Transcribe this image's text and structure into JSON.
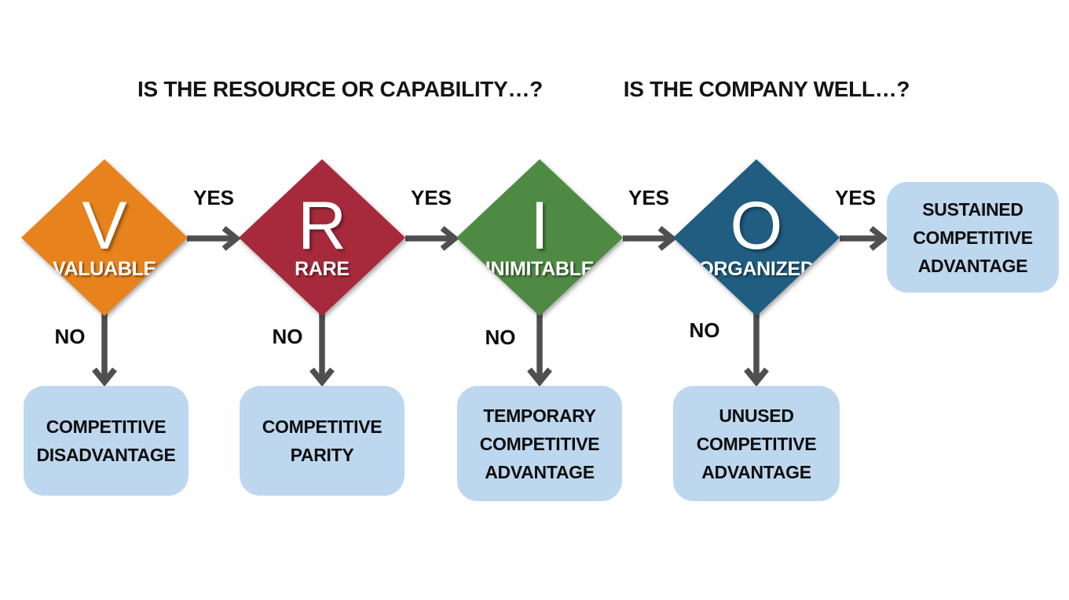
{
  "questions": {
    "resource_capability": "IS THE RESOURCE OR CAPABILITY…?",
    "company_well": "IS THE COMPANY WELL…?"
  },
  "diamonds": [
    {
      "letter": "V",
      "label": "VALUABLE",
      "color": "#E8821C",
      "answer_yes": "YES",
      "answer_no": "NO",
      "no_outcome": "COMPETITIVE\nDISADVANTAGE"
    },
    {
      "letter": "R",
      "label": "RARE",
      "color": "#A62A3B",
      "answer_yes": "YES",
      "answer_no": "NO",
      "no_outcome": "COMPETITIVE\nPARITY"
    },
    {
      "letter": "I",
      "label": "INIMITABLE",
      "color": "#4F8A44",
      "answer_yes": "YES",
      "answer_no": "NO",
      "no_outcome": "TEMPORARY\nCOMPETITIVE\nADVANTAGE"
    },
    {
      "letter": "O",
      "label": "ORGANIZED",
      "color": "#205D81",
      "answer_yes": "YES",
      "answer_no": "NO",
      "no_outcome": "UNUSED\nCOMPETITIVE\nADVANTAGE"
    }
  ],
  "final_outcome": "SUSTAINED\nCOMPETITIVE\nADVANTAGE",
  "colors": {
    "outcome_box": "#BDD7EE",
    "arrow": "#4F4F4F",
    "orange": "#E8821C",
    "red": "#A62A3B",
    "green": "#4F8A44",
    "blue": "#205D81"
  }
}
